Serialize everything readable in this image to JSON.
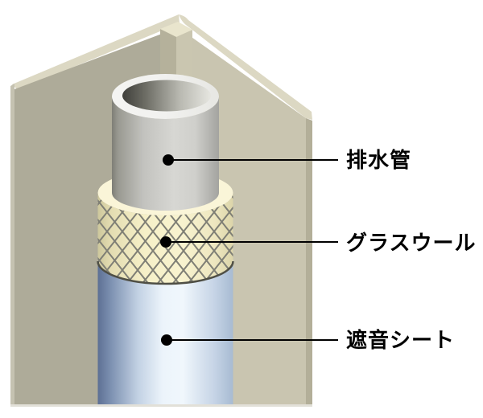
{
  "diagram": {
    "labels": [
      {
        "id": "drain-pipe",
        "text": "排水管"
      },
      {
        "id": "glass-wool",
        "text": "グラスウール"
      },
      {
        "id": "sound-insulation-sheet",
        "text": "遮音シート"
      }
    ],
    "colors": {
      "background": "#ffffff",
      "left_wall_face": "#aeab99",
      "left_wall_edge": "#c5c2b1",
      "wall_top_bevel": "#dcd8c3",
      "right_wall_face": "#c9c5b0",
      "right_wall_edge": "#b3af99",
      "corner_post_left": "#b5b19b",
      "corner_post_right": "#cac6b0",
      "corner_post_top": "#e9e5cd",
      "pipe_rim": "#f1f1ef",
      "pipe_body_dark": "#83837b",
      "pipe_body_light": "#d7d7d3",
      "glass_wool_ring": "#faf5d8",
      "glass_wool_face": "#f6f0c8",
      "glass_wool_hatch": "#7f7f75",
      "glass_wool_outline": "#4f4f45",
      "sheet_dark": "#5d7094",
      "sheet_light": "#ecf4fb",
      "leader_line": "#000000"
    }
  }
}
